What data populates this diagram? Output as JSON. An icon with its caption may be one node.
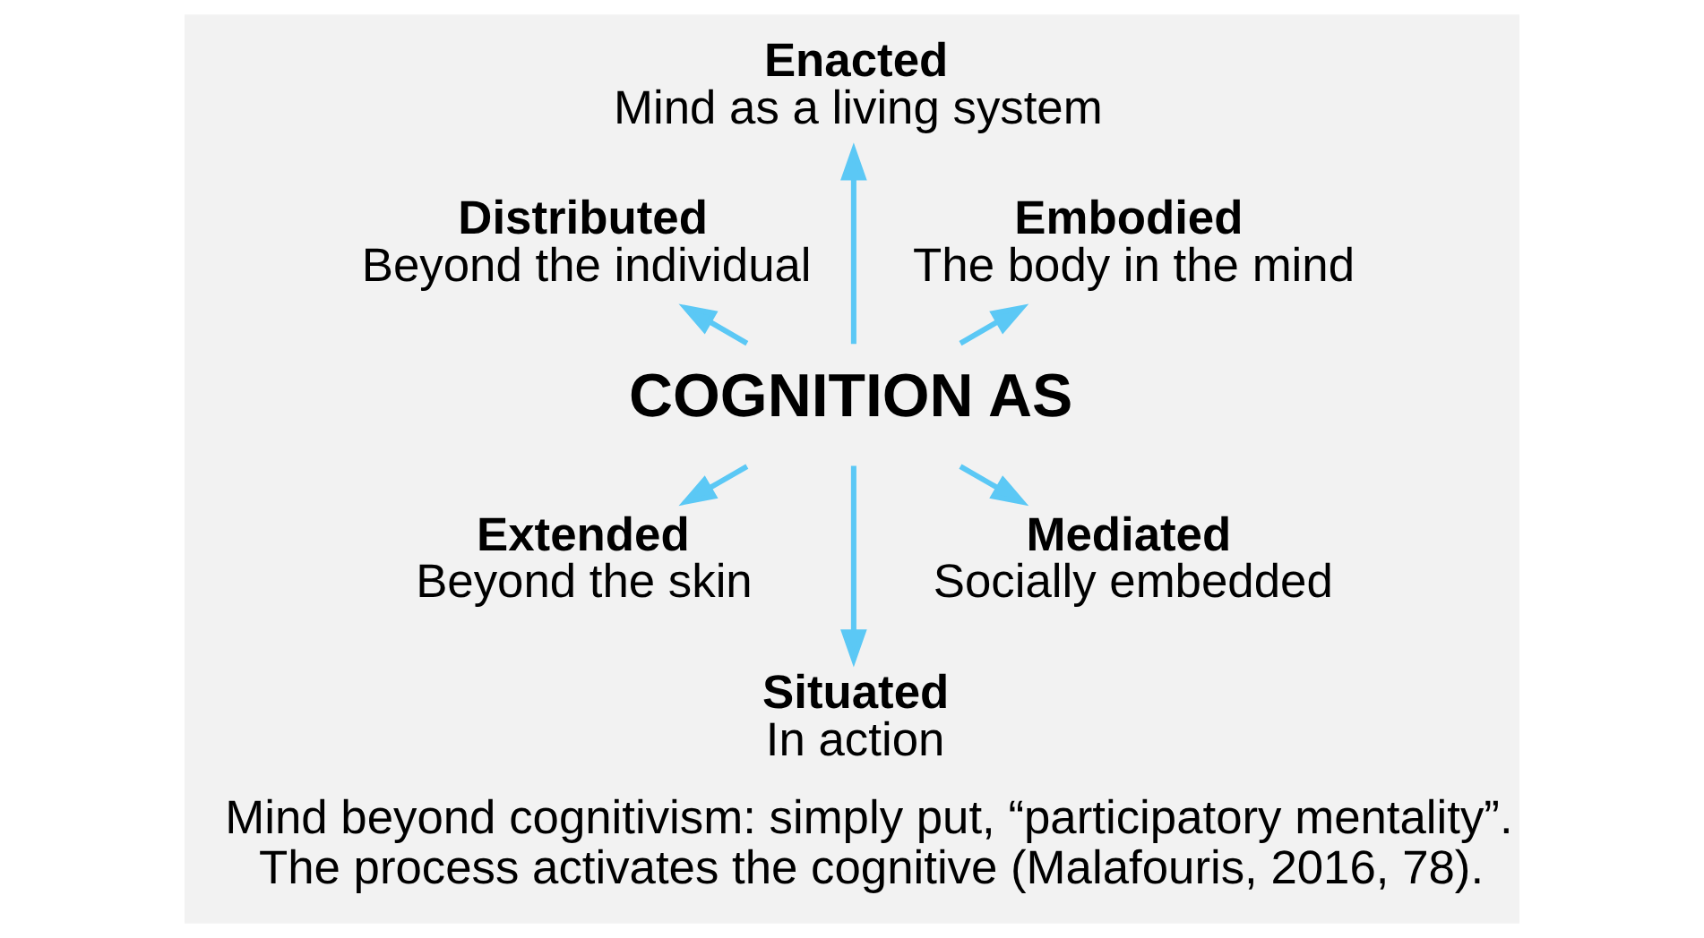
{
  "diagram": {
    "caption": "Mind beyond cognitivism: simply put, “participatory mentality”. The process activates the cognitive (Malafouris, 2016, 78).",
    "nodes": [
      {
        "text": [
          "COGNITION AS"
        ]
      },
      {
        "text": [
          "Embodied",
          "The body in the mind"
        ]
      },
      {
        "text": [
          "Enacted",
          "Mind as a living system"
        ]
      },
      {
        "text": [
          "Distributed",
          "Beyond the individual"
        ]
      },
      {
        "text": [
          "Extended",
          "Beyond the skin"
        ]
      },
      {
        "text": [
          "Situated",
          "In action"
        ]
      },
      {
        "text": [
          "Mediated",
          "Socially embedded"
        ]
      }
    ],
    "edges": [
      {
        "from": 0,
        "to": 1,
        "arrow": "to"
      },
      {
        "from": 0,
        "to": 2,
        "arrow": "to"
      },
      {
        "from": 0,
        "to": 3,
        "arrow": "to"
      },
      {
        "from": 0,
        "to": 4,
        "arrow": "to"
      },
      {
        "from": 0,
        "to": 5,
        "arrow": "to"
      },
      {
        "from": 0,
        "to": 6,
        "arrow": "to"
      }
    ]
  }
}
